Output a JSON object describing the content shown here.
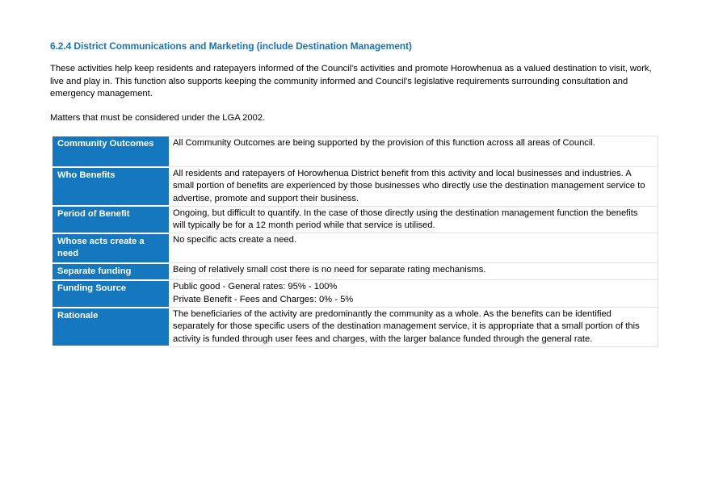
{
  "section": {
    "heading": "6.2.4 District Communications and Marketing (include Destination Management)",
    "intro": "These activities help keep residents and ratepayers informed of the Council's activities and promote Horowhenua as a valued destination to visit, work, live and play in. This function also supports keeping the community informed and Council's legislative requirements surrounding consultation and emergency management.",
    "matters": "Matters that must be considered under the LGA 2002."
  },
  "table": {
    "rows": [
      {
        "label": "Community Outcomes",
        "value": "All Community Outcomes are being supported by the provision of this function across all areas of Council."
      },
      {
        "label": "Who Benefits",
        "value": "All residents and ratepayers of Horowhenua District benefit from this activity and local businesses and industries.  A small portion of benefits are experienced by those businesses who directly use the destination management service to advertise, promote and support their business."
      },
      {
        "label": "Period of Benefit",
        "value": "Ongoing, but difficult to quantify. In the case of those directly using the destination management function the benefits will typically be for a 12 month period while that service is utilised."
      },
      {
        "label": "Whose acts create a need",
        "value": "No specific acts create a need."
      },
      {
        "label": "Separate funding",
        "value": "Being of relatively small cost there is no need for separate rating mechanisms."
      },
      {
        "label": "Funding Source",
        "value_line1": "Public good - General rates:  95% - 100%",
        "value_line2": "Private Benefit - Fees and Charges:  0% - 5%"
      },
      {
        "label": "Rationale",
        "value": "The beneficiaries of the activity are predominantly the community as a whole.  As the benefits can be identified separately for those specific users of the destination management service, it is appropriate that a small portion of this activity is funded through user fees and charges, with the larger balance funded through the general rate."
      }
    ]
  },
  "colors": {
    "heading": "#1a73b8",
    "label_background": "#1578bf",
    "label_text": "#ffffff",
    "cell_border": "#e3e3e3"
  }
}
